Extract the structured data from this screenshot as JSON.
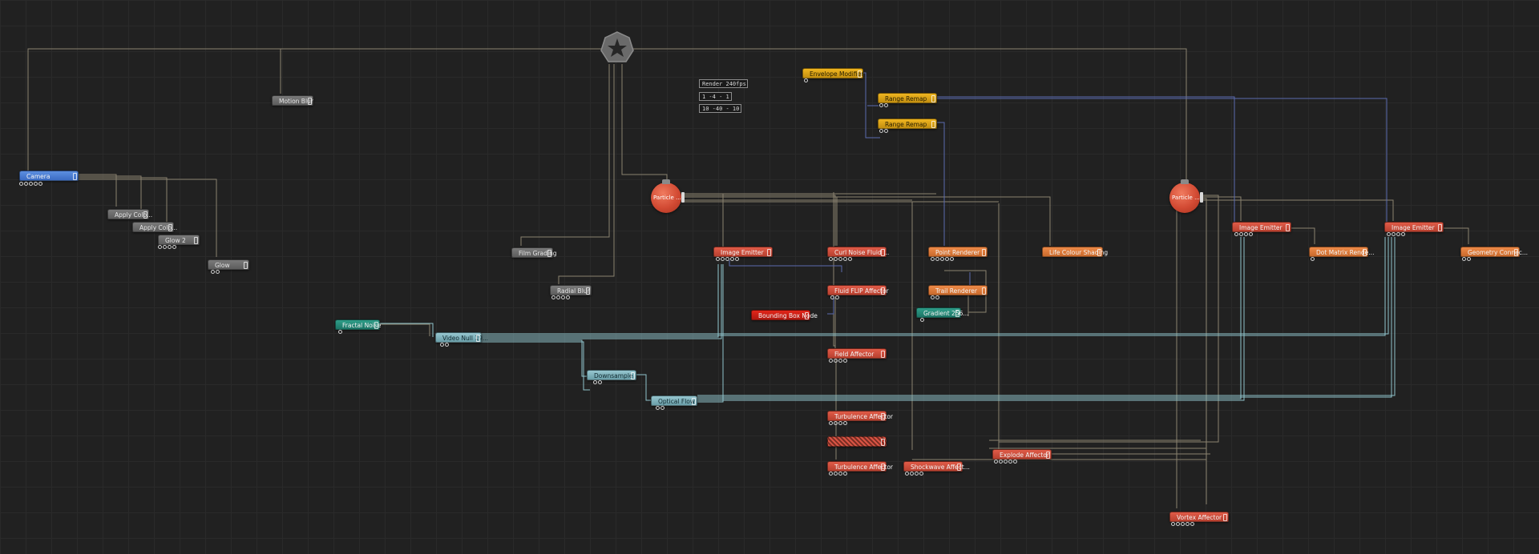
{
  "nodes": {
    "camera": "Camera",
    "motion_blur": "Motion Blur",
    "apply_colour_1": "Apply Colo...",
    "apply_colour_2": "Apply Colo...",
    "glow_2": "Glow 2",
    "glow": "Glow",
    "film_grading": "Film Grading",
    "radial_blur": "Radial Blur",
    "fractal_noise": "Fractal Noise",
    "video_null": "Video Null 19...",
    "downsample": "Downsample",
    "optical_flow": "Optical Flow",
    "particle_1": "Particle ...",
    "particle_2": "Particle ...",
    "image_emitter_1": "Image Emitter",
    "curl_noise": "Curl Noise Fluid ...",
    "point_renderer": "Point Renderer",
    "life_colour": "Life Colour Shading",
    "fluid_flip": "Fluid FLIP Affector",
    "trail_renderer": "Trail Renderer",
    "bounding_box": "Bounding Box Node",
    "gradient": "Gradient 256...",
    "field_affector": "Field Affector",
    "turbulence_1": "Turbulence Affector",
    "turbulence_2": "Turbulence Affector",
    "shockwave": "Shockwave Affect...",
    "explode": "Explode Affector",
    "vortex": "Vortex Affector",
    "image_emitter_2": "Image Emitter",
    "image_emitter_3": "Image Emitter",
    "dot_matrix": "Dot Matrix Rende...",
    "geometry": "Geometry Connec...",
    "envelope": "Envelope Modifier",
    "range_remap_1": "Range Remap",
    "range_remap_2": "Range Remap"
  },
  "parameters": {
    "render_fps": "Render 240fps",
    "range_a": "1  -4  -  1",
    "range_b": "10  -40  -  10"
  },
  "icons": {
    "root": "star-gear-icon"
  },
  "colors": {
    "background": "#212121",
    "wire_grey": "#8a8270",
    "wire_blue": "#5a6ab0",
    "wire_teal": "#8fc4cc"
  }
}
